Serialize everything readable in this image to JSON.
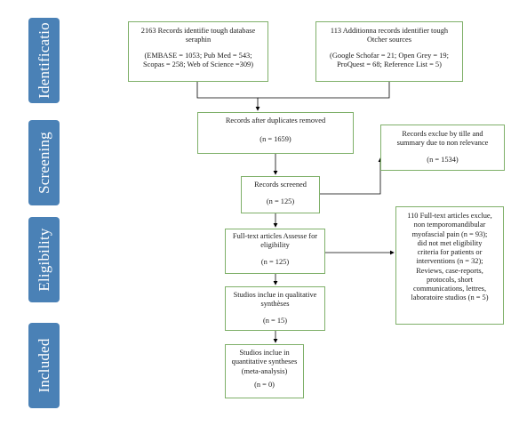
{
  "phases": {
    "identification": "Identificatio",
    "screening": "Screening",
    "eligibility": "Eligibility",
    "included": "Included"
  },
  "boxes": {
    "database_records": {
      "line1": "2163 Records identifie tough  database",
      "line2": "seraphin",
      "line3": "(EMBASE = 1053; Pub Med = 543;",
      "line4": "Scopas = 258; Web of Science =309)"
    },
    "other_sources": {
      "line1": "113 Additionna records identifier tough",
      "line2": "Otcher sources",
      "line3": "(Google Schofar = 21; Open Grey = 19;",
      "line4": "ProQuest = 68; Reference List = 5)"
    },
    "after_duplicates": {
      "line1": "Records after duplicates removed",
      "line2": "(n = 1659)"
    },
    "excluded_title": {
      "line1": "Records exclue by tille and",
      "line2": "summary due to non relevance",
      "line3": "(n = 1534)"
    },
    "screened": {
      "line1": "Records screened",
      "line2": "(n = 125)"
    },
    "fulltext_assessed": {
      "line1": "Full-text articles Assesse for",
      "line2": "eligibility",
      "line3": "(n = 125)"
    },
    "fulltext_excluded": {
      "line1": "110 Full-text articles exclue,",
      "line2": "non temporomandibular",
      "line3": "myofascial pain (n = 93);",
      "line4": "did not met eligibility",
      "line5": "criteria for patients or",
      "line6": "interventions (n = 32);",
      "line7": "Reviews, case-reports,",
      "line8": "protocols, short",
      "line9": "communications, lettres,",
      "line10": "laboratoire studios (n = 5)"
    },
    "qualitative": {
      "line1": "Studios inclue in qualitative",
      "line2": "synthèses",
      "line3": "(n = 15)"
    },
    "quantitative": {
      "line1": "Studios inclue in",
      "line2": "quantitative syntheses",
      "line3": "(meta-analysis)",
      "line4": "(n = 0)"
    }
  },
  "colors": {
    "phase_fill": "#4a81b6",
    "box_border": "#7fb069",
    "arrow": "#000000"
  }
}
